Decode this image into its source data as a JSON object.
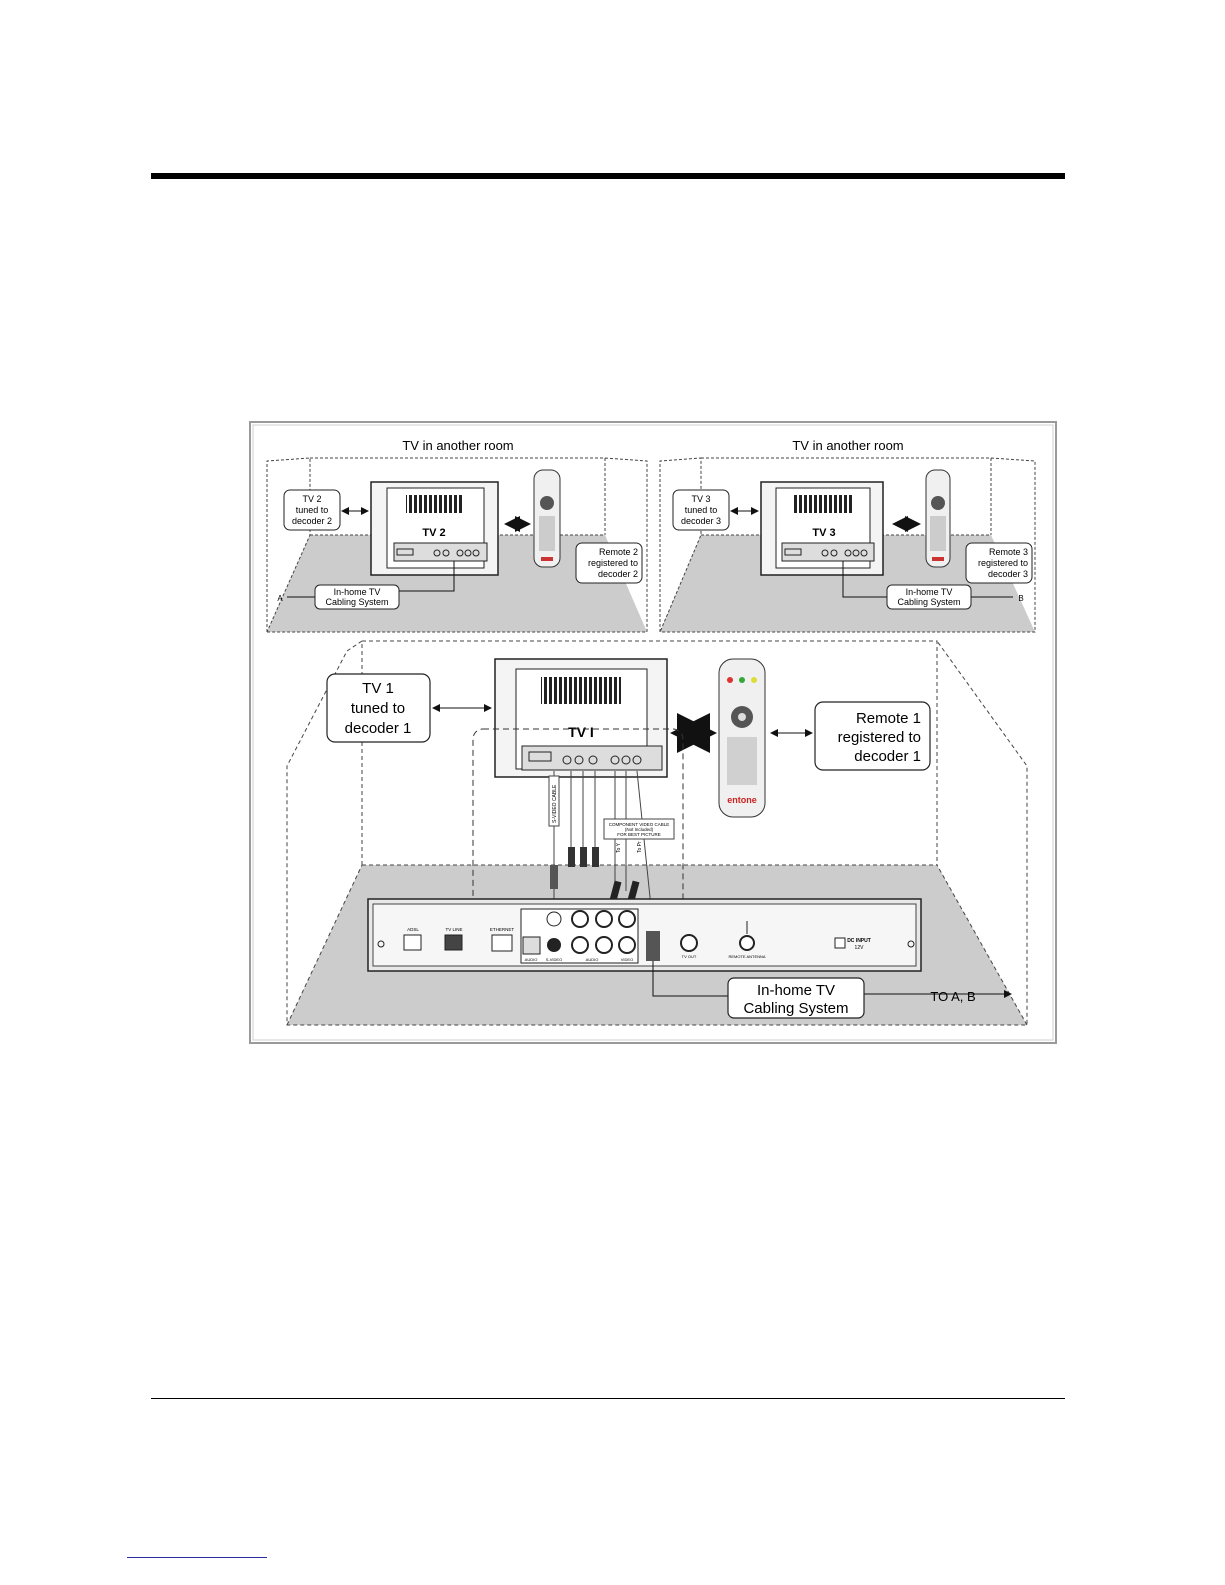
{
  "figure": {
    "room2_title": "TV in another room",
    "room3_title": "TV in another room",
    "tv2": {
      "label": "TV 2",
      "tuned_callout": [
        "TV 2",
        "tuned to",
        "decoder 2"
      ],
      "remote_callout": [
        "Remote 2",
        "registered to",
        "decoder 2"
      ],
      "cabling_callout": [
        "In-home TV",
        "Cabling System"
      ],
      "point_label": "A"
    },
    "tv3": {
      "label": "TV 3",
      "tuned_callout": [
        "TV 3",
        "tuned to",
        "decoder 3"
      ],
      "remote_callout": [
        "Remote 3",
        "registered to",
        "decoder 3"
      ],
      "cabling_callout": [
        "In-home TV",
        "Cabling System"
      ],
      "point_label": "B"
    },
    "tv1": {
      "label": "TV I",
      "tuned_callout": [
        "TV 1",
        "tuned to",
        "decoder 1"
      ],
      "remote_callout": [
        "Remote 1",
        "registered to",
        "decoder 1"
      ],
      "cabling_callout": [
        "In-home TV",
        "Cabling System"
      ],
      "to_label": "TO A, B",
      "remote_brand": "entone"
    },
    "cables": {
      "svideo": "S-VIDEO CABLE",
      "component_note": [
        "COMPONENT VIDEO CABLE",
        "(Not Included)",
        "FOR BEST PICTURE"
      ],
      "to_y": "To Y",
      "to_pr": "To Pr"
    },
    "decoder_ports": {
      "adsl": "ADSL",
      "tv_line": "TV LINE",
      "ethernet": "ETHERNET",
      "audio": "AUDIO",
      "s_video": "S-VIDEO",
      "audio2": "AUDIO",
      "video": "VIDEO",
      "tv_out": "TV OUT",
      "remote_antenna": "REMOTE ANTENNA",
      "dc_input": "DC INPUT",
      "dc_volt": "12V"
    }
  },
  "colors": {
    "floor": "#cccccc",
    "frame": "#9a9a9a",
    "ink": "#111111"
  }
}
